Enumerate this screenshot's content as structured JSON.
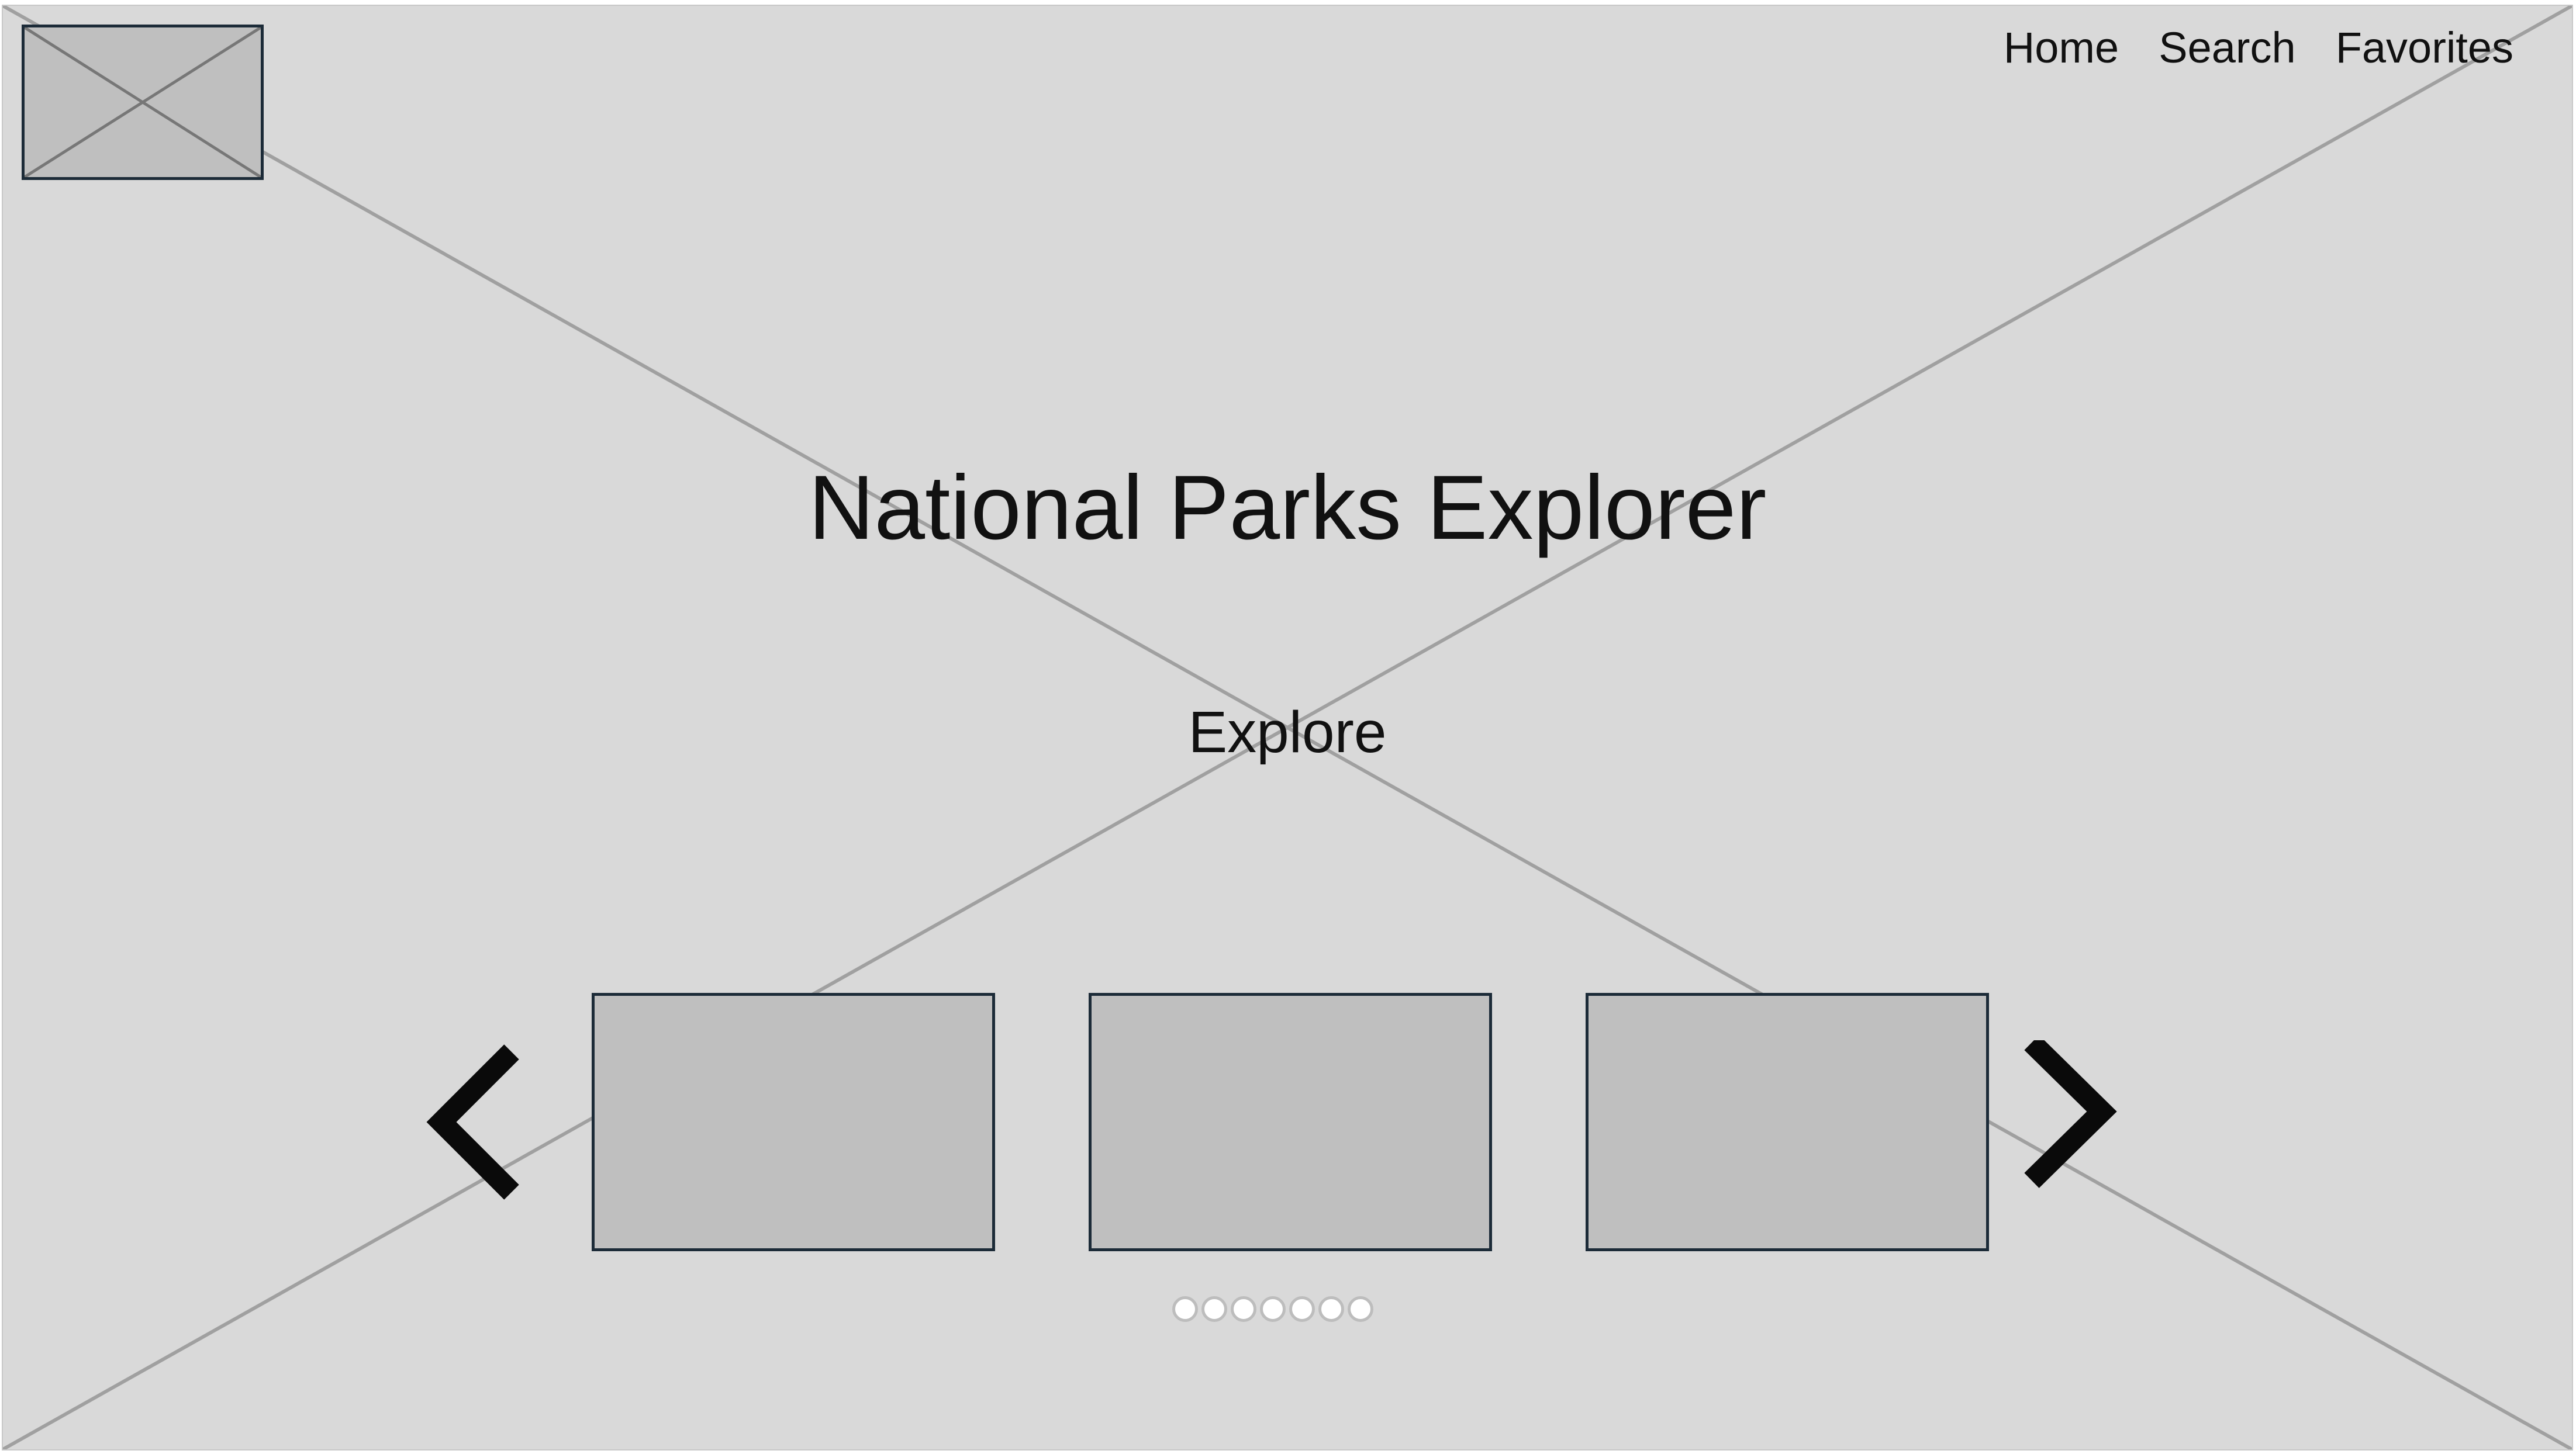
{
  "nav": {
    "items": [
      {
        "label": "Home"
      },
      {
        "label": "Search"
      },
      {
        "label": "Favorites"
      }
    ]
  },
  "hero": {
    "title": "National Parks Explorer",
    "cta_label": "Explore"
  },
  "carousel": {
    "card_count": 3,
    "page_count": 7,
    "prev_icon": "chevron-left-icon",
    "next_icon": "chevron-right-icon"
  },
  "colors": {
    "background": "#d9d9d9",
    "placeholder_fill": "#bfbfbf",
    "placeholder_border": "#1c2b38",
    "cross_line": "#a0a0a0",
    "text": "#111111"
  }
}
